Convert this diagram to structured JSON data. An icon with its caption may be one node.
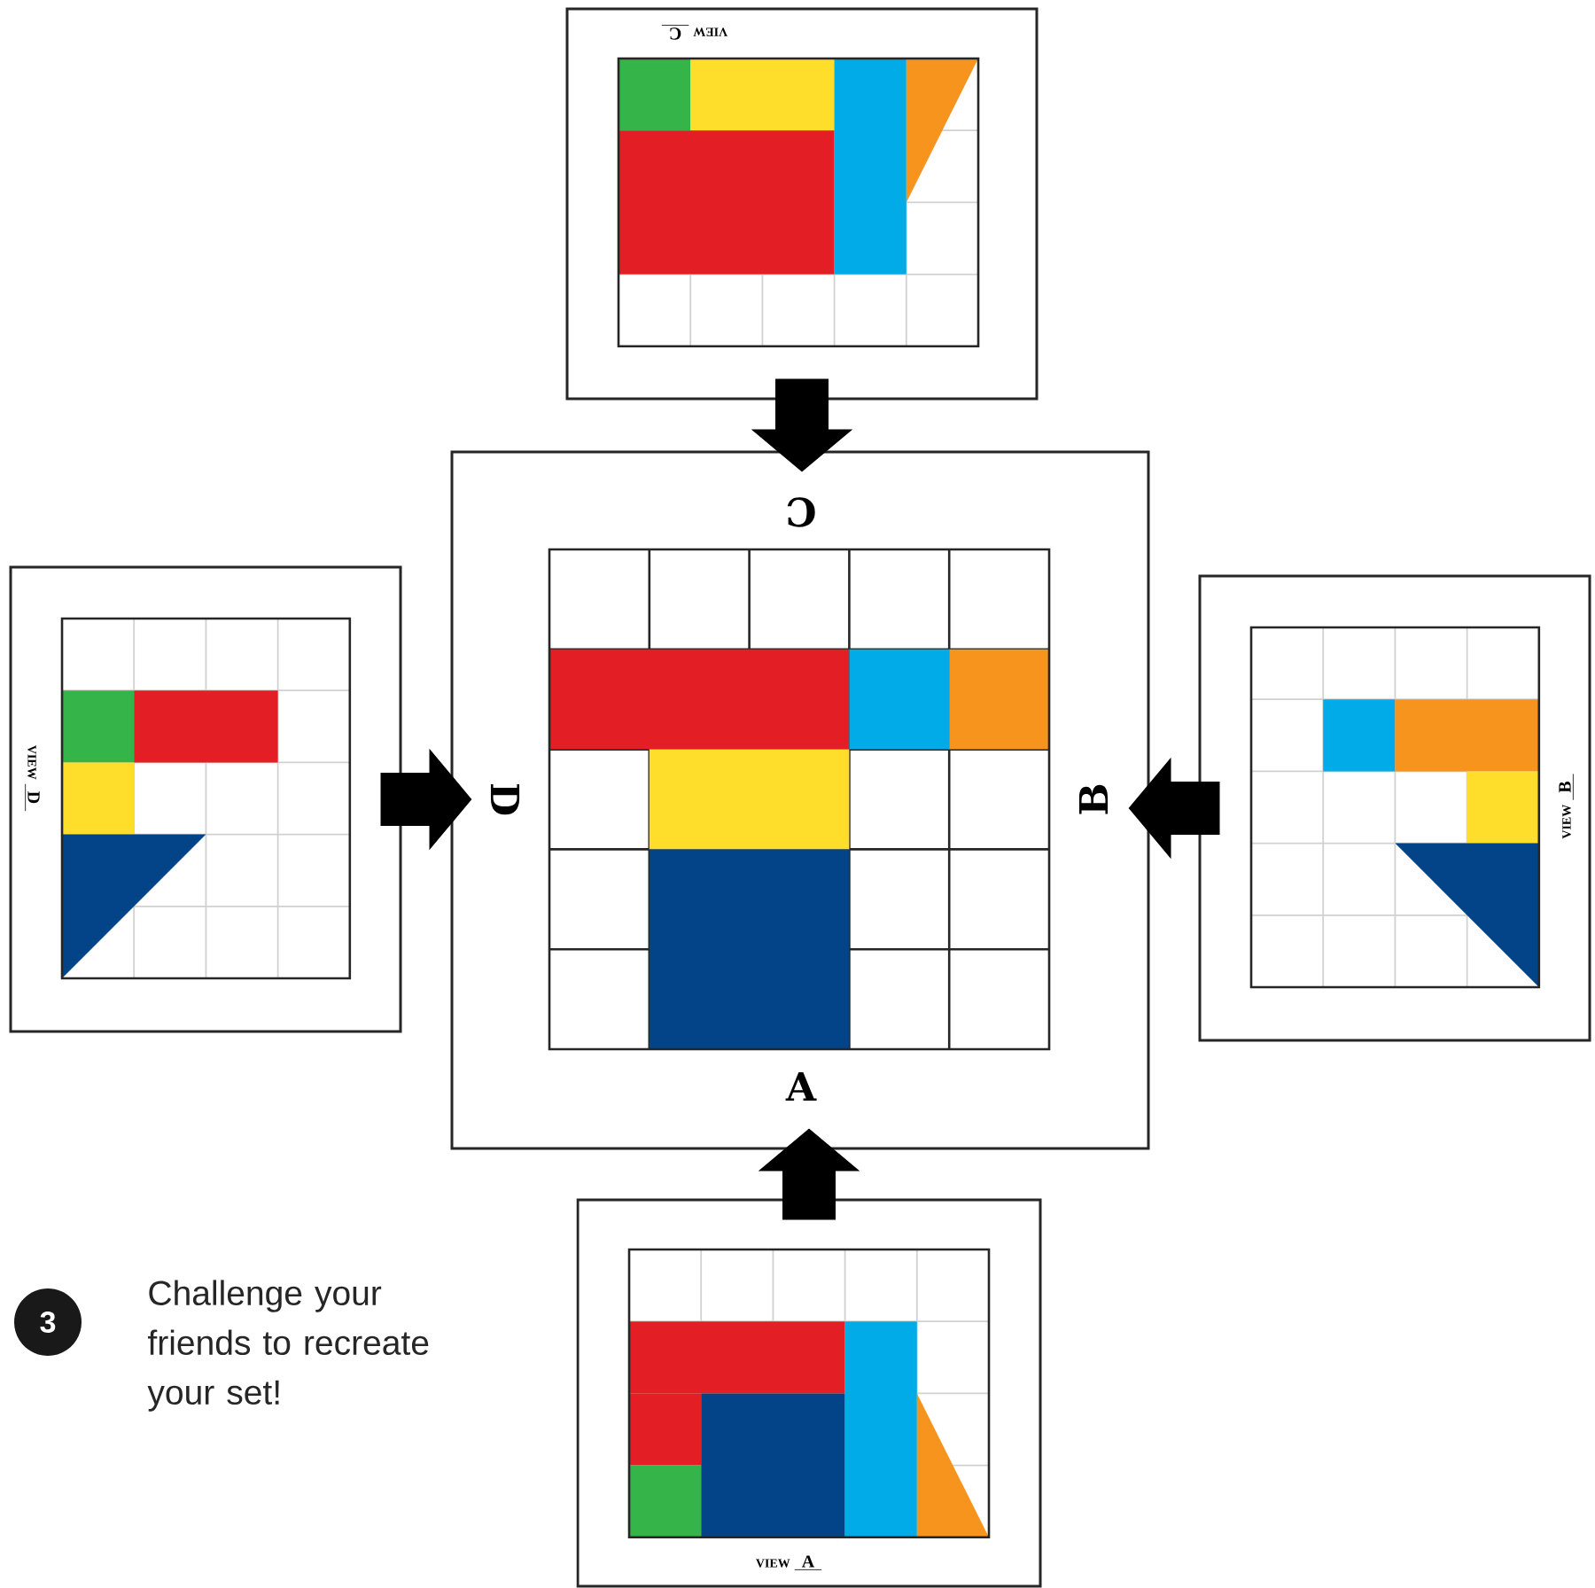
{
  "diagram": {
    "nodes": [
      {
        "text": [
          "C",
          "D",
          "B",
          "A"
        ]
      },
      {
        "text": [
          "VIEW",
          "C"
        ]
      },
      {
        "text": [
          "VIEW",
          "D"
        ]
      },
      {
        "text": [
          "VIEW",
          "B"
        ]
      },
      {
        "text": [
          "VIEW",
          "A"
        ]
      },
      {
        "text": [
          "3"
        ],
        "beside": [
          "Challenge your friends to recreate your set!"
        ]
      }
    ],
    "edges": [
      {
        "from": 1,
        "to": 0,
        "arrow": "to"
      },
      {
        "from": 2,
        "to": 0,
        "arrow": "to"
      },
      {
        "from": 3,
        "to": 0,
        "arrow": "to"
      },
      {
        "from": 4,
        "to": 0,
        "arrow": "to"
      }
    ]
  }
}
